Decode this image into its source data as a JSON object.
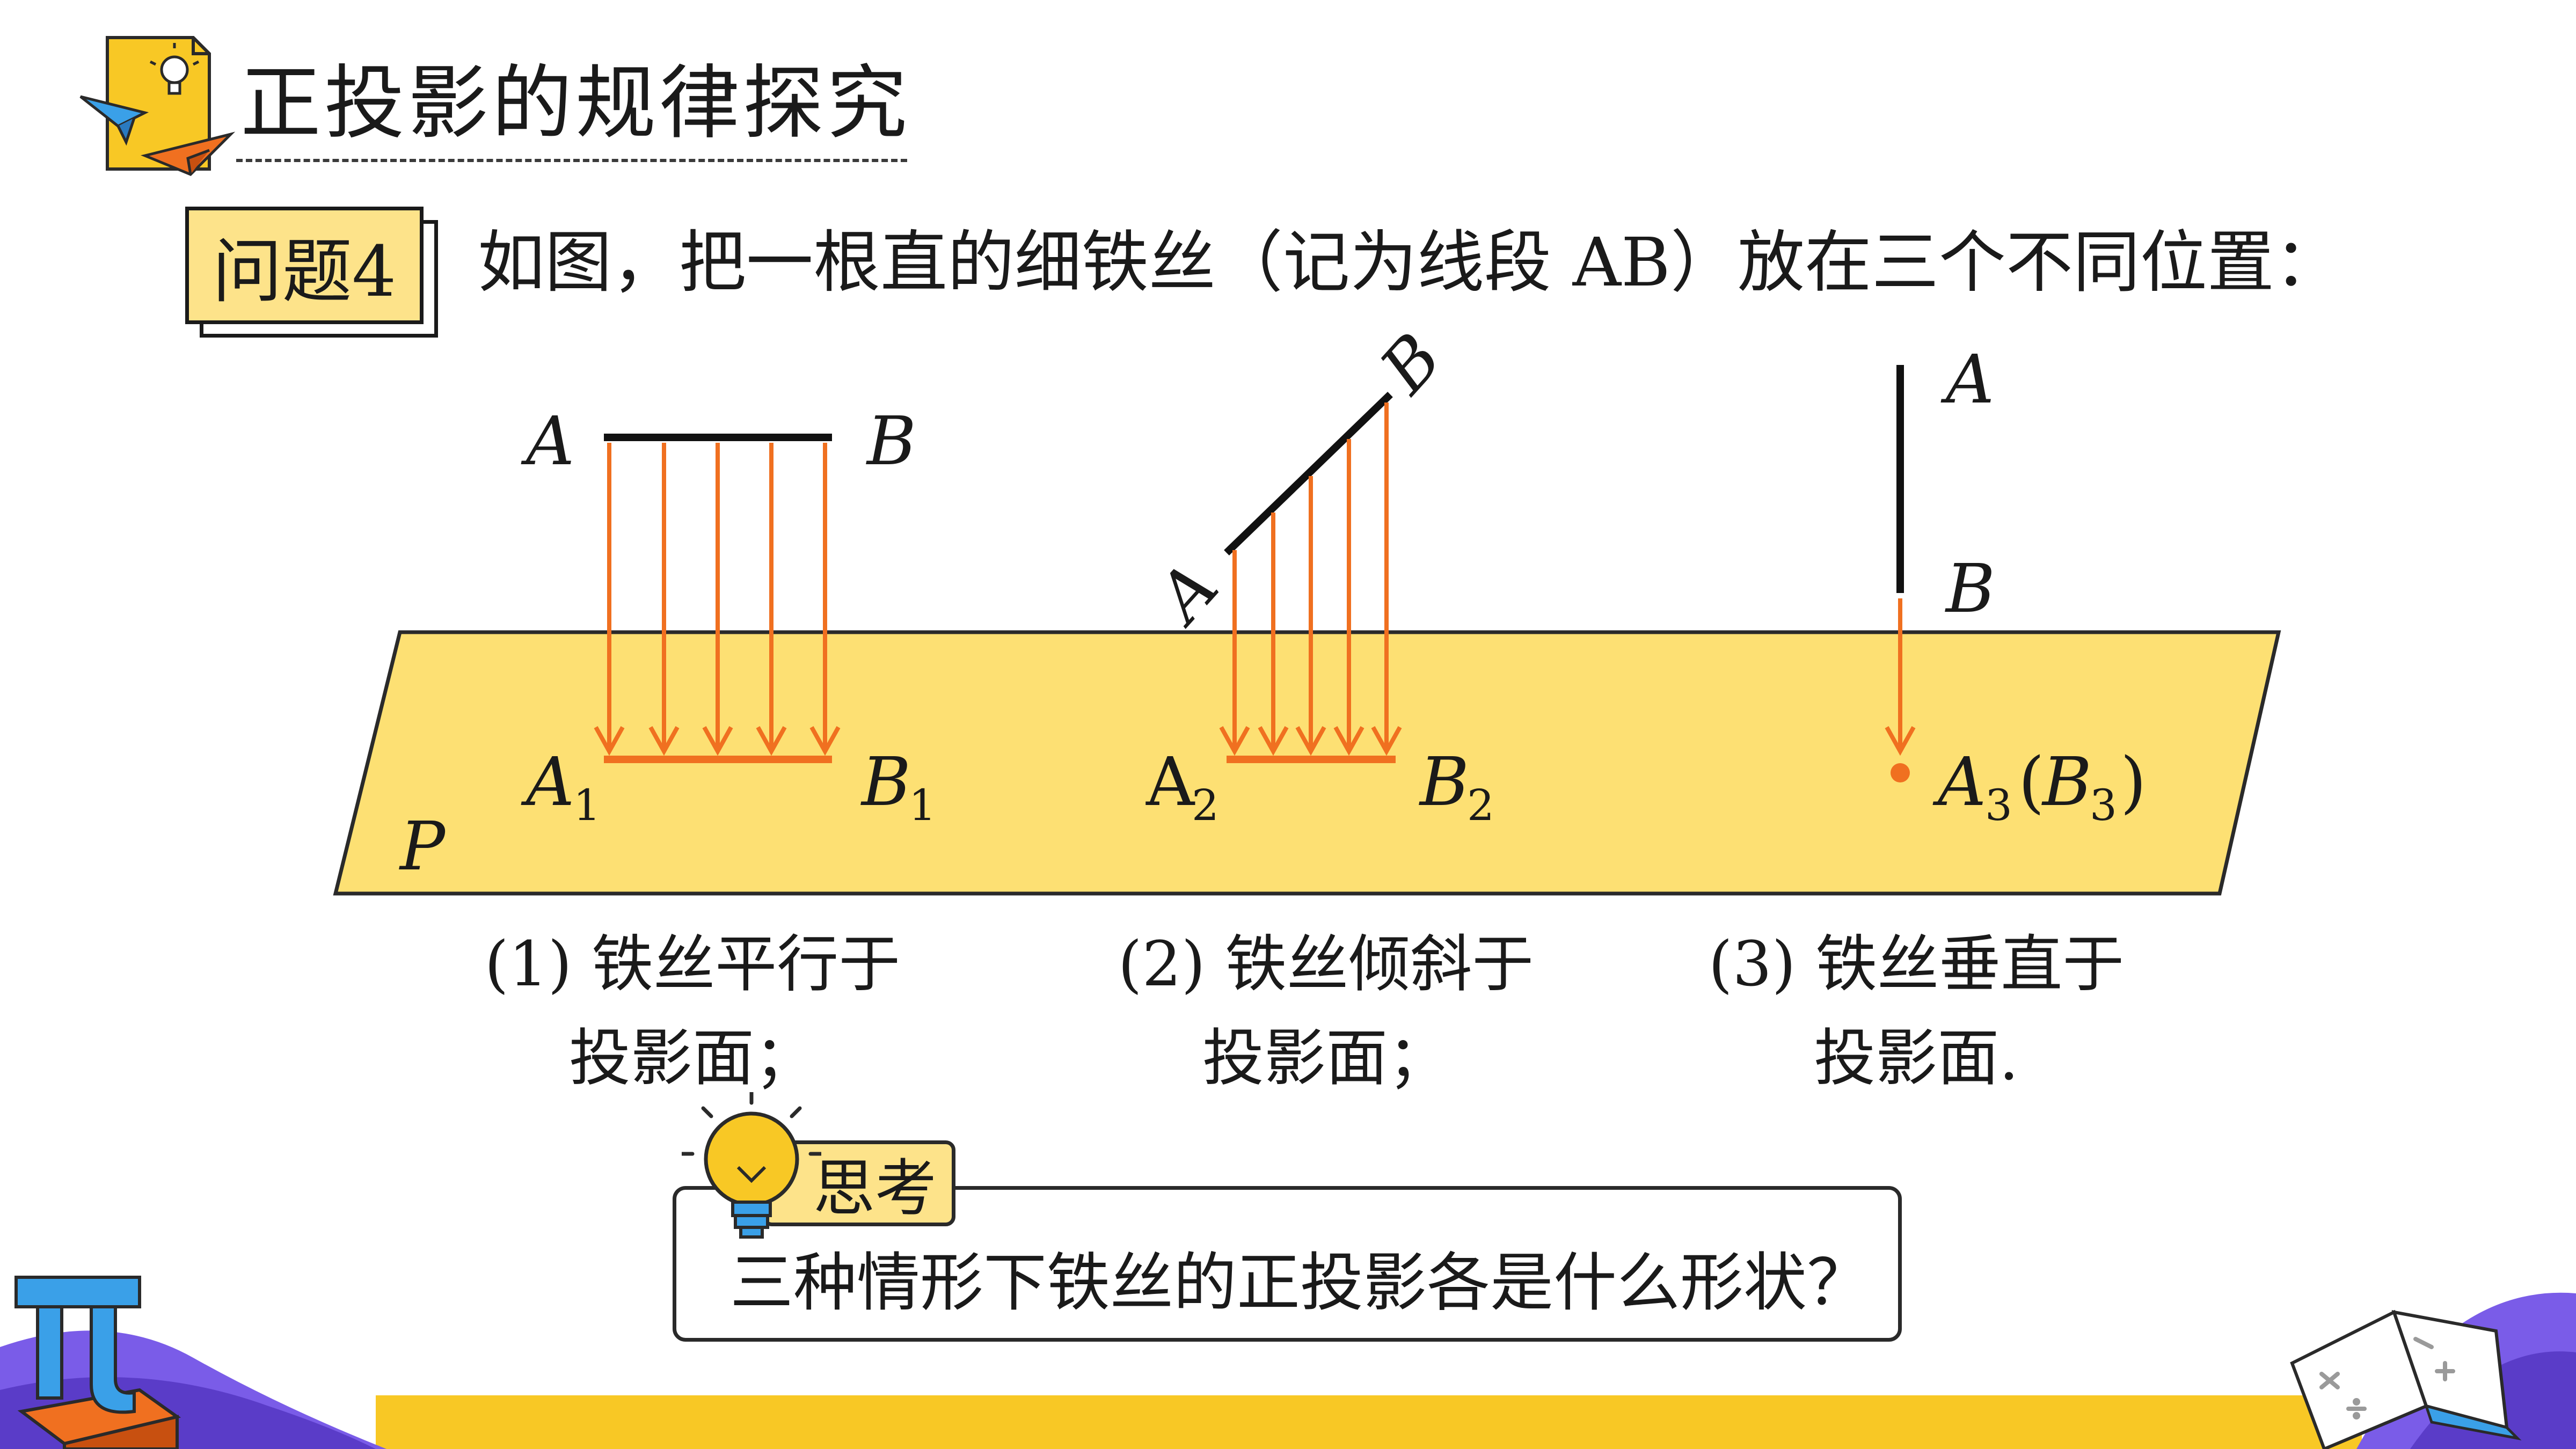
{
  "header": {
    "title": "正投影的规律探究"
  },
  "question": {
    "label": "问题4",
    "text": "如图，把一根直的细铁丝（记为线段 AB）放在三个不同位置："
  },
  "diagram": {
    "plane_label": "P",
    "case1": {
      "top_left": "A",
      "top_right": "B",
      "proj_left": "A",
      "proj_left_sub": "1",
      "proj_right": "B",
      "proj_right_sub": "1"
    },
    "case2": {
      "top_left": "A",
      "top_right": "B",
      "proj_left": "A",
      "proj_left_sub": "2",
      "proj_right": "B",
      "proj_right_sub": "2"
    },
    "case3": {
      "top": "A",
      "bottom": "B",
      "proj_a": "A",
      "proj_a_sub": "3",
      "proj_b": "B",
      "proj_b_sub": "3"
    }
  },
  "captions": [
    {
      "line1": "(1) 铁丝平行于",
      "line2": "投影面；"
    },
    {
      "line1": "(2) 铁丝倾斜于",
      "line2": "投影面；"
    },
    {
      "line1": "(3) 铁丝垂直于",
      "line2": "投影面."
    }
  ],
  "think": {
    "label": "思考",
    "question": "三种情形下铁丝的正投影各是什么形状？"
  },
  "colors": {
    "plane": "#fde073",
    "arrow": "#f07020",
    "accent_yellow": "#f8c825",
    "label_yellow": "#fde38a",
    "purple": "#7a5ce8",
    "blue": "#3aa0e8"
  }
}
